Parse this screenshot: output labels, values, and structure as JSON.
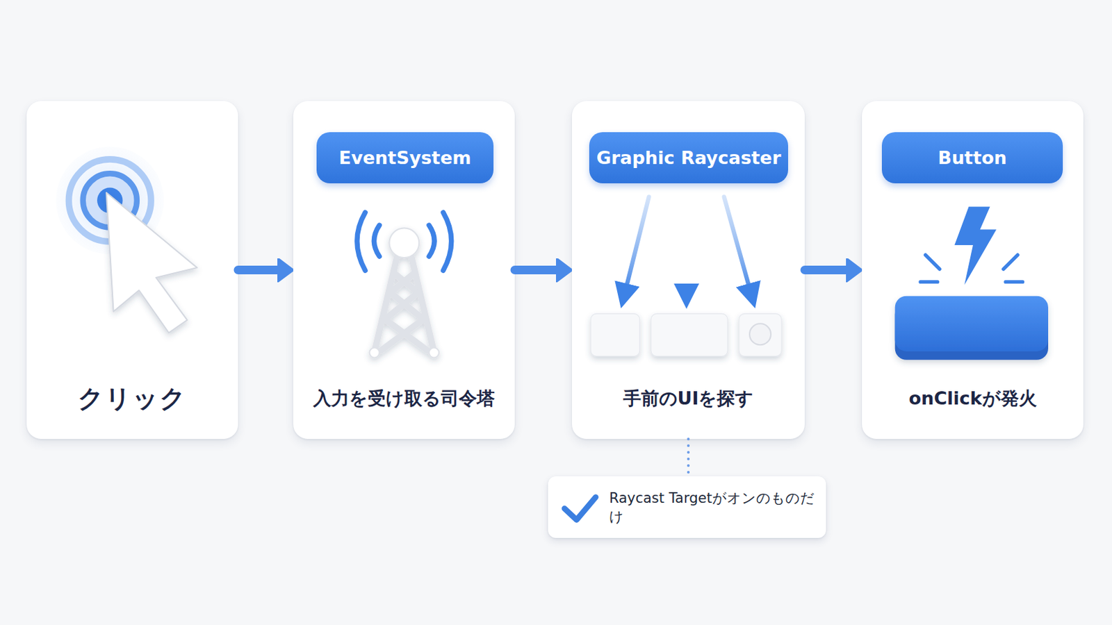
{
  "diagram": {
    "nodes": [
      {
        "text": [
          "クリック"
        ]
      },
      {
        "text": [
          "入力を受け取る司令塔"
        ]
      },
      {
        "text": [
          "EventSystem"
        ],
        "in": 1
      },
      {
        "text": [
          "手前のUIを探す"
        ]
      },
      {
        "text": [
          "Graphic Raycaster"
        ],
        "in": 3
      },
      {
        "text": [
          "onClickが発火"
        ]
      },
      {
        "text": [
          "Button"
        ],
        "in": 5
      },
      {
        "text": [
          "Raycast Targetがオンのものだけ"
        ]
      }
    ],
    "edges": [
      {
        "from": 0,
        "to": 1,
        "arrow": "to"
      },
      {
        "from": 1,
        "to": 3,
        "arrow": "to"
      },
      {
        "from": 3,
        "to": 5,
        "arrow": "to"
      },
      {
        "from": 3,
        "to": 7,
        "arrow": "none"
      }
    ]
  }
}
